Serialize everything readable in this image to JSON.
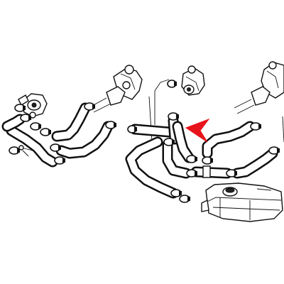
{
  "diagram": {
    "highlight_color": "#e8141c",
    "line_color": "#111111",
    "background_color": "#ffffff",
    "parts": [
      {
        "id": "left-hose-assembly",
        "icon": "coolant-hose-icon"
      },
      {
        "id": "left-engine-block",
        "icon": "engine-block-icon"
      },
      {
        "id": "left-thermostat-housing",
        "icon": "thermostat-housing-icon"
      },
      {
        "id": "center-engine-block",
        "icon": "engine-block-icon"
      },
      {
        "id": "center-tee-connector",
        "icon": "tee-connector-icon"
      },
      {
        "id": "right-engine-block",
        "icon": "engine-block-icon"
      },
      {
        "id": "expansion-tank",
        "icon": "expansion-tank-icon"
      },
      {
        "id": "hose-clamps",
        "icon": "hose-clamp-icon"
      }
    ],
    "pointer": {
      "icon": "red-arrow-indicator-icon",
      "direction": "left"
    }
  }
}
